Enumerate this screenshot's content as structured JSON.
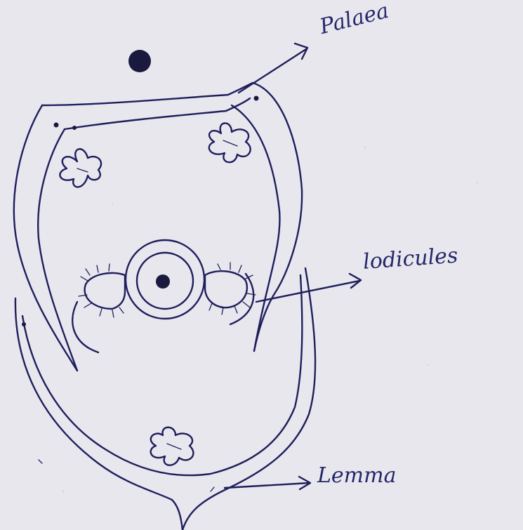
{
  "labels": {
    "palaea": "Palaea",
    "lodicules": "lodicules",
    "lemma": "Lemma"
  },
  "colors": {
    "paper": "#e9e7ee",
    "ink": "#1e1f5c"
  }
}
